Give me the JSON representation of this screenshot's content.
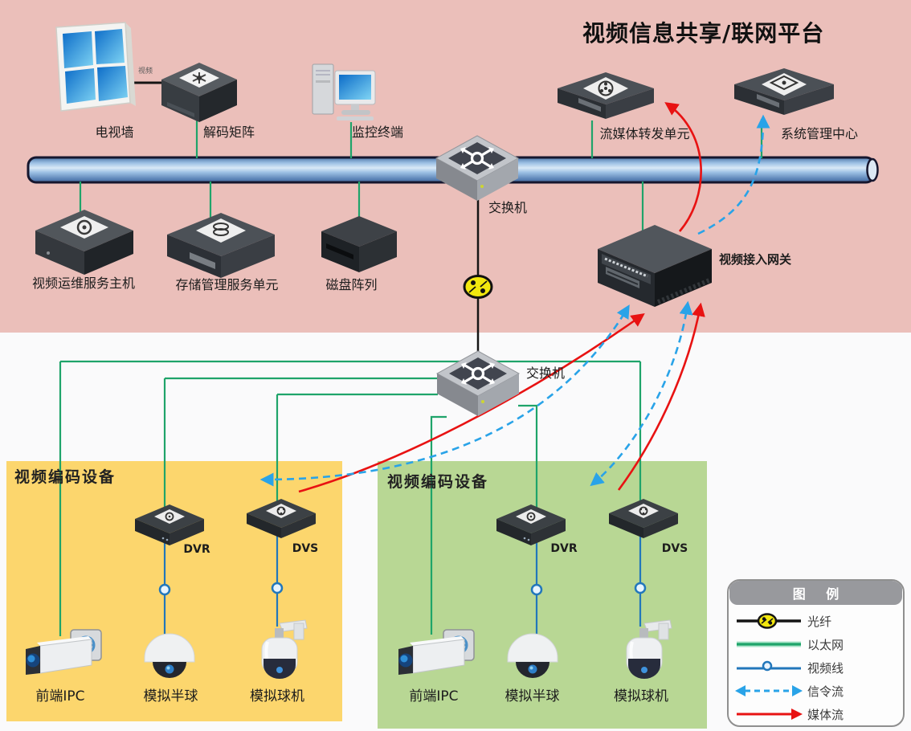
{
  "title": "视频信息共享/联网平台",
  "platform": {
    "tv_wall": "电视墙",
    "cable_label": "视频",
    "decoder_matrix": "解码矩阵",
    "monitor_terminal": "监控终端",
    "stream_forward_unit": "流媒体转发单元",
    "system_mgmt_center": "系统管理中心",
    "video_ops_host": "视频运维服务主机",
    "storage_mgmt_unit": "存储管理服务单元",
    "disk_array": "磁盘阵列",
    "video_access_gateway": "视频接入网关",
    "switch_upper": "交换机",
    "switch_lower": "交换机"
  },
  "zones": {
    "yellow": {
      "title": "视频编码设备",
      "dvr": "DVR",
      "dvs": "DVS",
      "ipc": "前端IPC",
      "dome": "模拟半球",
      "ptz": "模拟球机"
    },
    "green": {
      "title": "视频编码设备",
      "dvr": "DVR",
      "dvs": "DVS",
      "ipc": "前端IPC",
      "dome": "模拟半球",
      "ptz": "模拟球机"
    }
  },
  "legend": {
    "title": "图 例",
    "fiber": "光纤",
    "ethernet": "以太网",
    "video_line": "视频线",
    "signal_flow": "信令流",
    "media_flow": "媒体流"
  },
  "colors": {
    "pink_bg": "#ebbfba",
    "yellow_zone": "#fcd66d",
    "green_zone": "#b8d794",
    "pipe_blue": "#7fa8d8",
    "ethernet_green": "#1fa46a",
    "video_blue": "#2277bb",
    "signal_blue": "#29a3e8",
    "media_red": "#e81212",
    "fiber_yellow": "#f2e70e"
  }
}
